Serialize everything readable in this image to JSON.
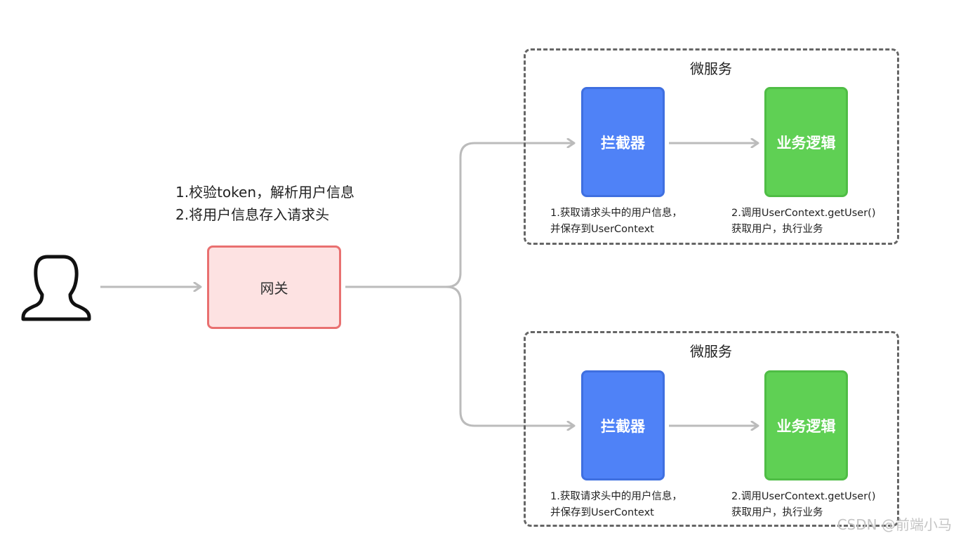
{
  "gateway": {
    "label": "网关",
    "note_line1": "1.校验token，解析用户信息",
    "note_line2": "2.将用户信息存入请求头"
  },
  "microservices": [
    {
      "title": "微服务",
      "interceptor_label": "拦截器",
      "logic_label": "业务逻辑",
      "interceptor_note_line1": "1.获取请求头中的用户信息，",
      "interceptor_note_line2": "并保存到UserContext",
      "logic_note_line1": "2.调用UserContext.getUser()",
      "logic_note_line2": "获取用户，执行业务"
    },
    {
      "title": "微服务",
      "interceptor_label": "拦截器",
      "logic_label": "业务逻辑",
      "interceptor_note_line1": "1.获取请求头中的用户信息，",
      "interceptor_note_line2": "并保存到UserContext",
      "logic_note_line1": "2.调用UserContext.getUser()",
      "logic_note_line2": "获取用户，执行业务"
    }
  ],
  "watermark": "CSDN @前端小马",
  "colors": {
    "gateway_fill": "#fde2e2",
    "gateway_border": "#e97070",
    "interceptor_fill": "#4f82f7",
    "logic_fill": "#5fd054",
    "arrow": "#bbbbbb",
    "dashed_border": "#666666"
  },
  "icons": {
    "user": "user-outline-icon"
  }
}
